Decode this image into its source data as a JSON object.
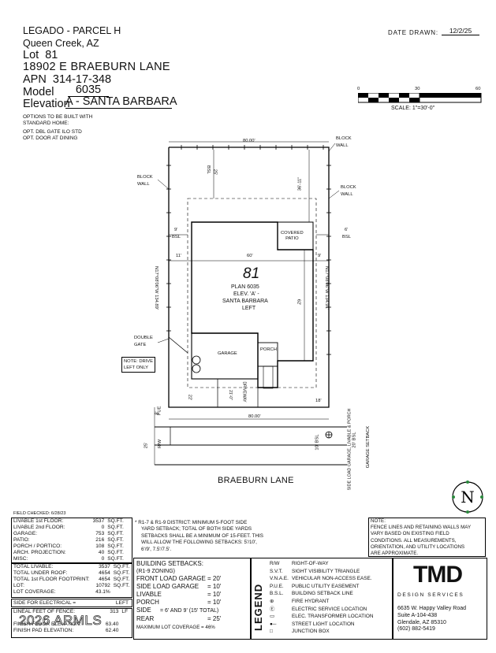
{
  "header": {
    "project": "LEGADO - PARCEL H",
    "city": "Queen Creek, AZ",
    "lot_label": "Lot",
    "lot": "81",
    "address": "18902 E BRAEBURN LANE",
    "apn_label": "APN",
    "apn": "314-17-348",
    "model_label": "Model",
    "model": "6035",
    "elevation_label": "Elevation",
    "elevation": "A - SANTA BARBARA",
    "date_label": "DATE DRAWN:",
    "date": "12/2/25"
  },
  "options": {
    "title_line1": "OPTIONS TO BE BUILT WITH",
    "title_line2": "STANDARD HOME:",
    "items": [
      "OPT. DBL GATE ILO STD",
      "OPT. DOOR AT DINING"
    ]
  },
  "scale": {
    "ticks": [
      "0",
      "30",
      "60"
    ],
    "label": "SCALE: 1\"=30'-0\""
  },
  "plan": {
    "top_width": "80.00'",
    "bottom_width": "80.00'",
    "block_wall_1": [
      "BLOCK",
      "WALL"
    ],
    "block_wall_2": [
      "BLOCK",
      "WALL"
    ],
    "block_wall_3": [
      "BLOCK",
      "WALL"
    ],
    "bsl_rear": "BSL",
    "rear_setback": "25'",
    "rear_dim": "36'-11\"",
    "left_side": "9'",
    "right_side": "6'",
    "bsl_left": "BSL",
    "bsl_right": "BSL",
    "left_11": "11'",
    "house_width": "60'",
    "right_9": "9'",
    "left_bearing": "N17°08'06\"W 134.89'",
    "right_bearing": "N17°08'06\"W 134.91'",
    "lot_number": "81",
    "plan_label": "PLAN 6035",
    "elev_label": "ELEV. 'A' -",
    "elev_name": "SANTA BARBARA",
    "handing": "LEFT",
    "depth": "62'",
    "covered_patio": [
      "COVERED",
      "PATIO"
    ],
    "garage": "GARAGE",
    "porch": "PORCH",
    "double_gate": [
      "DOUBLE",
      "GATE"
    ],
    "note_drive": [
      "NOTE: DRIVE",
      "LEFT ONLY"
    ],
    "front_22": "22'",
    "front_18": "18'",
    "driveway": "DRIVEWAY",
    "drive_width": "21'-0\"",
    "pue_8": "8'",
    "pue": "PUE",
    "rw_25": "25'",
    "rw": "R/W",
    "street": "BRAEBURN LANE",
    "setback_labels": [
      "10' BSL",
      "SIDE LOAD GARAGE, LIVABLE & PORCH",
      "20' BSL",
      "GARAGE SETBACK"
    ]
  },
  "field_checked": "FIELD CHECKED: 6/28/23",
  "areas": [
    {
      "label": "LIVABLE 1st FLOOR:",
      "value": "3537",
      "unit": "SQ.FT."
    },
    {
      "label": "LIVABLE 2nd FLOOR:",
      "value": "0",
      "unit": "SQ.FT."
    },
    {
      "label": "GARAGE:",
      "value": "753",
      "unit": "SQ.FT."
    },
    {
      "label": "PATIO:",
      "value": "216",
      "unit": "SQ.FT."
    },
    {
      "label": "PORCH / PORTICO:",
      "value": "108",
      "unit": "SQ.FT."
    },
    {
      "label": "ARCH. PROJECTION:",
      "value": "40",
      "unit": "SQ.FT."
    },
    {
      "label": "MISC:",
      "value": "0",
      "unit": "SQ.FT."
    }
  ],
  "totals": [
    {
      "label": "TOTAL LIVABLE:",
      "value": "3537",
      "unit": "SQ.FT."
    },
    {
      "label": "TOTAL UNDER ROOF:",
      "value": "4654",
      "unit": "SQ.FT."
    },
    {
      "label": "TOTAL 1st FLOOR FOOTPRINT:",
      "value": "4654",
      "unit": "SQ.FT."
    },
    {
      "label": "LOT:",
      "value": "10792",
      "unit": "SQ.FT."
    },
    {
      "label": "LOT COVERAGE:",
      "value": "43.1%",
      "unit": ""
    }
  ],
  "electrical": {
    "label": "SIDE FOR ELECTRICAL =",
    "value": "LEFT"
  },
  "fence": {
    "label": "LINEAL FEET OF FENCE:",
    "value": "313",
    "unit": "LF"
  },
  "finish_floor": {
    "label": "FINISH FLOOR ELEVATION:",
    "value": "63.40"
  },
  "finish_pad": {
    "label": "FINISH PAD ELEVATION:",
    "value": "62.40"
  },
  "zoning_note": {
    "lines": [
      "* R1-7 & R1-9 DISTRICT: MINIMUM 5-FOOT SIDE",
      "YARD SETBACK; TOTAL OF BOTH SIDE YARDS",
      "SETBACKS SHALL BE A MINIMUM OF 15-FEET. THIS",
      "WILL ALLOW THE FOLLOWING SETBACKS: 5'/10',",
      "6'/9', 7.5'/7.5'."
    ]
  },
  "setbacks": {
    "title": "BUILDING SETBACKS:",
    "subtitle": "(R1-9 ZONING)",
    "rows": [
      {
        "label": "FRONT LOAD GARAGE",
        "value": "= 20'"
      },
      {
        "label": "SIDE LOAD GARAGE",
        "value": "= 10'"
      },
      {
        "label": "LIVABLE",
        "value": "= 10'"
      },
      {
        "label": "PORCH",
        "value": "= 10'"
      },
      {
        "label": "SIDE",
        "value": "= 6' AND 9' (15' TOTAL)"
      },
      {
        "label": "REAR",
        "value": "= 25'"
      }
    ],
    "max_coverage": "MAXIMUM LOT COVERAGE = 46%"
  },
  "legend": {
    "title": "LEGEND",
    "items": [
      {
        "key": "R/W",
        "label": "RIGHT-OF-WAY"
      },
      {
        "key": "S.V.T.",
        "label": "SIGHT VISIBILITY TRIANGLE"
      },
      {
        "key": "V.N.A.E.",
        "label": "VEHICULAR NON-ACCESS EASE."
      },
      {
        "key": "P.U.E.",
        "label": "PUBLIC UTILITY EASEMENT"
      },
      {
        "key": "B.S.L.",
        "label": "BUILDING SETBACK LINE"
      },
      {
        "key": "",
        "label": "FIRE HYDRANT"
      },
      {
        "key": "",
        "label": "ELECTRIC SERVICE LOCATION"
      },
      {
        "key": "",
        "label": "ELEC. TRANSFORMER LOCATION"
      },
      {
        "key": "",
        "label": "STREET LIGHT LOCATION"
      },
      {
        "key": "",
        "label": "JUNCTION BOX"
      }
    ]
  },
  "fence_note": {
    "title": "NOTE:",
    "lines": [
      "FENCE LINES AND RETAINING WALLS MAY",
      "VARY BASED ON EXISTING FIELD",
      "CONDITIONS. ALL MEASUREMENTS,",
      "ORIENTATION, AND UTILITY LOCATIONS",
      "ARE APPROXIMATE."
    ]
  },
  "company": {
    "logo": "TMD",
    "subtitle": "DESIGN SERVICES",
    "address1": "6635 W. Happy Valley Road",
    "address2": "Suite A-104-438",
    "address3": "Glendale, AZ 85310",
    "phone": "(602) 882-5419"
  },
  "compass_letter": "N",
  "watermark": "2026 ARMLS"
}
